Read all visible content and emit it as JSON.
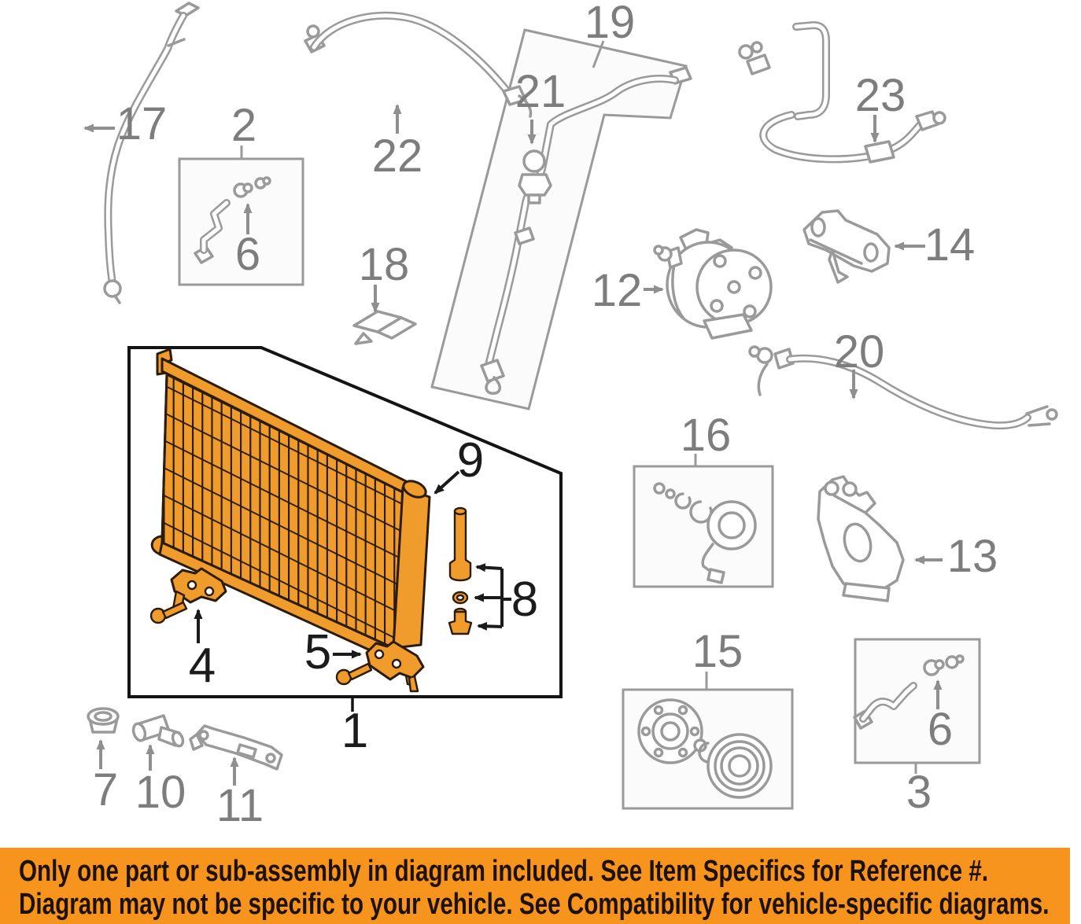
{
  "title": "A/C condenser and hoses parts diagram",
  "labels": {
    "1": "1",
    "2": "2",
    "3": "3",
    "4": "4",
    "5": "5",
    "6": "6",
    "7": "7",
    "8": "8",
    "9": "9",
    "10": "10",
    "11": "11",
    "12": "12",
    "13": "13",
    "14": "14",
    "15": "15",
    "16": "16",
    "17": "17",
    "18": "18",
    "19": "19",
    "20": "20",
    "21": "21",
    "22": "22",
    "23": "23"
  },
  "banner": {
    "line1": "Only one part or sub-assembly in diagram included. See Item Specifics for Reference #.",
    "line2": "Diagram may not be specific to your vehicle. See Compatibility for vehicle-specific diagrams."
  },
  "colors": {
    "highlight_orange": "#F09C2C",
    "banner_orange": "#F7941E",
    "line_gray": "#9a9a9a",
    "label_gray": "#7d7d7d",
    "label_black": "#1b1b1b",
    "outline_dark": "#2b1c08",
    "banner_text": "#1d1205"
  }
}
